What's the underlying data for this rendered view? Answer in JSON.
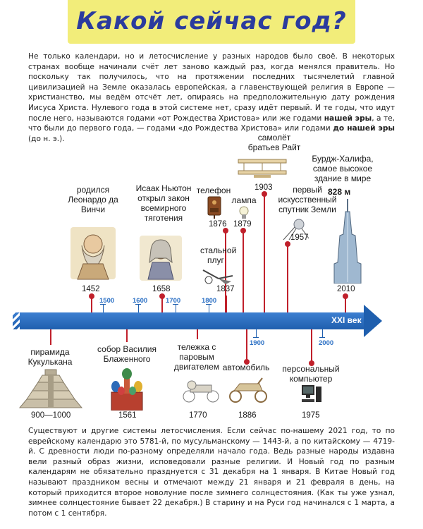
{
  "title": "Какой сейчас год?",
  "intro": {
    "text1": "Не только календари, но и летосчисление у разных народов было своё. В некоторых странах вообще начинали счёт лет заново каждый раз, когда менялся правитель. Но поскольку так получилось, что на протяжении последних тысячелетий главной цивилизацией на Земле оказалась европейская, а главенствующей религия в Европе — христианство, мы ведём отсчёт лет, опираясь на предположительную дату рождения Иисуса Христа. Нулевого года в этой системе нет, сразу идёт первый. И те годы, что идут после него, называются годами «от Рождества Христова» или же годами ",
    "bold1": "нашей эры",
    "text2": ", а те, что были до первого года, — годами «до Рождества Христова» или годами ",
    "bold2": "до нашей эры",
    "text3": " (до н. э.)."
  },
  "timeline": {
    "century_label": "XXI век",
    "blue_ticks": [
      "1500",
      "1600",
      "1700",
      "1800",
      "1900",
      "2000"
    ],
    "top_events": [
      {
        "year": "1452",
        "label": "родился Леонардо да Винчи"
      },
      {
        "year": "1658",
        "label": "Исаак Ньютон открыл закон всемирного тяготения"
      },
      {
        "year": "1876",
        "label": "телефон"
      },
      {
        "year": "1879",
        "label": "лампа"
      },
      {
        "year": "1837",
        "label": "стальной плуг"
      },
      {
        "year": "1903",
        "label": "самолёт братьев Райт"
      },
      {
        "year": "1957",
        "label": "первый искусственный спутник Земли"
      },
      {
        "year": "2010",
        "label": "Бурдж-Халифа, самое высокое здание в мире",
        "height": "828 м"
      }
    ],
    "bottom_events": [
      {
        "year": "900—1000",
        "label": "пирамида Кукулькана"
      },
      {
        "year": "1561",
        "label": "собор Василия Блаженного"
      },
      {
        "year": "1770",
        "label": "тележка с паровым двигателем"
      },
      {
        "year": "1886",
        "label": "автомобиль"
      },
      {
        "year": "1975",
        "label": "персональный компьютер"
      }
    ]
  },
  "outro": {
    "text": "Существуют и другие системы летосчисления. Если сейчас по-нашему 2021 год, то по еврейскому календарю это 5781-й, по мусульманскому — 1443-й, а по китайскому — 4719-й. С древности люди по-разному определяли начало года. Ведь разные народы издавна вели разный образ жизни, исповедовали разные религии. И Новый год по разным календарям не обязательно празднуется с 31 декабря на 1 января. В Китае Новый год называют праздником весны и отмечают между 21 января и 21 февраля в день, на который приходится второе новолуние после зимнего солнцестояния. (Как ты уже узнал, зимнее солнцестояние бывает 22 декабря.) В старину и на Руси год начинался с 1 марта, а потом с 1 сентября."
  },
  "colors": {
    "title": "#2b3b9e",
    "title_band": "#f2ed7a",
    "axis": "#1f5fae",
    "event_tick": "#c0202b",
    "century_tick": "#2a6fc4"
  }
}
